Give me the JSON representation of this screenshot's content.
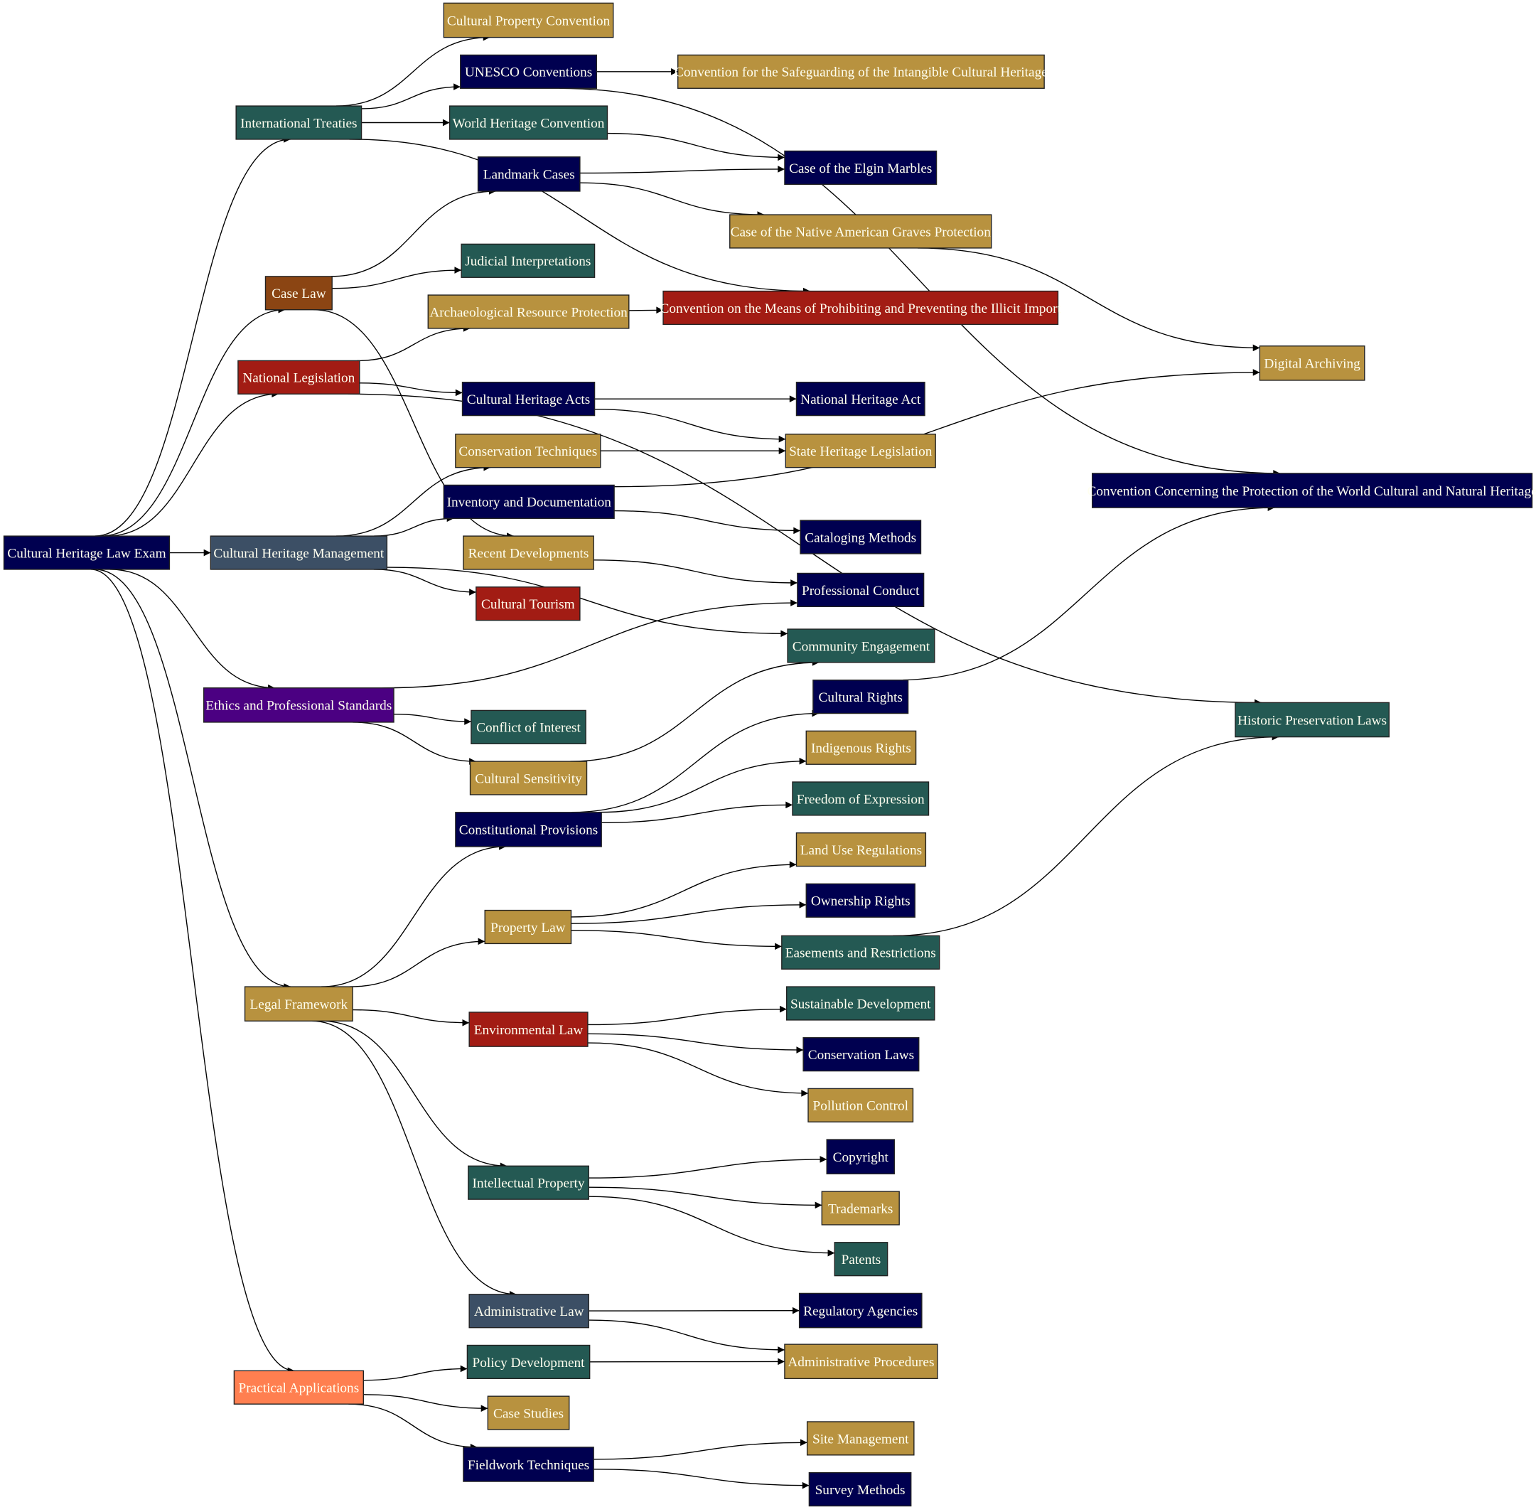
{
  "colors": {
    "navy": "#000050",
    "slate": "#3c4f65",
    "teal": "#245953",
    "brown": "#8b4513",
    "red": "#a21c14",
    "purple": "#4b0082",
    "gold": "#b8923f",
    "coral": "#ff7f50"
  },
  "nodes": {
    "exam": {
      "label": "Cultural Heritage Law Exam",
      "color": "navy"
    },
    "mgmt": {
      "label": "Cultural Heritage Management",
      "color": "slate"
    },
    "intl": {
      "label": "International Treaties",
      "color": "teal"
    },
    "caselaw": {
      "label": "Case Law",
      "color": "brown"
    },
    "natleg": {
      "label": "National Legislation",
      "color": "red"
    },
    "ethics": {
      "label": "Ethics and Professional Standards",
      "color": "purple"
    },
    "legal": {
      "label": "Legal Framework",
      "color": "gold"
    },
    "practical": {
      "label": "Practical Applications",
      "color": "coral"
    },
    "cpc": {
      "label": "Cultural Property Convention",
      "color": "gold"
    },
    "unesco": {
      "label": "UNESCO Conventions",
      "color": "navy"
    },
    "whc": {
      "label": "World Heritage Convention",
      "color": "teal"
    },
    "landmark": {
      "label": "Landmark Cases",
      "color": "navy"
    },
    "judicial": {
      "label": "Judicial Interpretations",
      "color": "teal"
    },
    "arch": {
      "label": "Archaeological Resource Protection",
      "color": "gold"
    },
    "cha": {
      "label": "Cultural Heritage Acts",
      "color": "navy"
    },
    "constech": {
      "label": "Conservation Techniques",
      "color": "gold"
    },
    "inventory": {
      "label": "Inventory and Documentation",
      "color": "navy"
    },
    "recent": {
      "label": "Recent Developments",
      "color": "gold"
    },
    "tourism": {
      "label": "Cultural Tourism",
      "color": "red"
    },
    "conflict": {
      "label": "Conflict of Interest",
      "color": "teal"
    },
    "sensitivity": {
      "label": "Cultural Sensitivity",
      "color": "gold"
    },
    "constprov": {
      "label": "Constitutional Provisions",
      "color": "navy"
    },
    "property": {
      "label": "Property Law",
      "color": "gold"
    },
    "envlaw": {
      "label": "Environmental Law",
      "color": "red"
    },
    "ip": {
      "label": "Intellectual Property",
      "color": "teal"
    },
    "admin": {
      "label": "Administrative Law",
      "color": "slate"
    },
    "policy": {
      "label": "Policy Development",
      "color": "teal"
    },
    "casestudies": {
      "label": "Case Studies",
      "color": "gold"
    },
    "fieldwork": {
      "label": "Fieldwork Techniques",
      "color": "navy"
    },
    "icch": {
      "label": "Convention for the Safeguarding of the Intangible Cultural Heritage",
      "color": "gold"
    },
    "elgin": {
      "label": "Case of the Elgin Marbles",
      "color": "navy"
    },
    "nagpra": {
      "label": "Case of the Native American Graves Protection",
      "color": "gold"
    },
    "illicit": {
      "label": "Convention on the Means of Prohibiting and Preventing the Illicit Import",
      "color": "red"
    },
    "nha": {
      "label": "National Heritage Act",
      "color": "navy"
    },
    "shl": {
      "label": "State Heritage Legislation",
      "color": "gold"
    },
    "catalog": {
      "label": "Cataloging Methods",
      "color": "navy"
    },
    "profcond": {
      "label": "Professional Conduct",
      "color": "navy"
    },
    "community": {
      "label": "Community Engagement",
      "color": "teal"
    },
    "cultrights": {
      "label": "Cultural Rights",
      "color": "navy"
    },
    "indig": {
      "label": "Indigenous Rights",
      "color": "gold"
    },
    "freedom": {
      "label": "Freedom of Expression",
      "color": "teal"
    },
    "landuse": {
      "label": "Land Use Regulations",
      "color": "gold"
    },
    "ownership": {
      "label": "Ownership Rights",
      "color": "navy"
    },
    "easements": {
      "label": "Easements and Restrictions",
      "color": "teal"
    },
    "sustainable": {
      "label": "Sustainable Development",
      "color": "teal"
    },
    "conslaws": {
      "label": "Conservation Laws",
      "color": "navy"
    },
    "pollution": {
      "label": "Pollution Control",
      "color": "gold"
    },
    "copyright": {
      "label": "Copyright",
      "color": "navy"
    },
    "trademarks": {
      "label": "Trademarks",
      "color": "gold"
    },
    "patents": {
      "label": "Patents",
      "color": "teal"
    },
    "regulatory": {
      "label": "Regulatory Agencies",
      "color": "navy"
    },
    "adminproc": {
      "label": "Administrative Procedures",
      "color": "gold"
    },
    "sitemgmt": {
      "label": "Site Management",
      "color": "gold"
    },
    "survey": {
      "label": "Survey Methods",
      "color": "navy"
    },
    "digital": {
      "label": "Digital Archiving",
      "color": "gold"
    },
    "cccwh": {
      "label": "Convention Concerning the Protection of the World Cultural and Natural Heritage",
      "color": "navy"
    },
    "hpl": {
      "label": "Historic Preservation Laws",
      "color": "teal"
    }
  },
  "edges": [
    [
      "exam",
      "intl"
    ],
    [
      "exam",
      "caselaw"
    ],
    [
      "exam",
      "natleg"
    ],
    [
      "exam",
      "mgmt"
    ],
    [
      "exam",
      "ethics"
    ],
    [
      "exam",
      "legal"
    ],
    [
      "exam",
      "practical"
    ],
    [
      "intl",
      "cpc"
    ],
    [
      "intl",
      "unesco"
    ],
    [
      "intl",
      "whc"
    ],
    [
      "intl",
      "illicit"
    ],
    [
      "unesco",
      "icch"
    ],
    [
      "unesco",
      "cccwh"
    ],
    [
      "whc",
      "elgin"
    ],
    [
      "landmark",
      "elgin"
    ],
    [
      "landmark",
      "nagpra"
    ],
    [
      "nagpra",
      "digital"
    ],
    [
      "caselaw",
      "landmark"
    ],
    [
      "caselaw",
      "judicial"
    ],
    [
      "caselaw",
      "recent"
    ],
    [
      "arch",
      "illicit"
    ],
    [
      "natleg",
      "arch"
    ],
    [
      "natleg",
      "cha"
    ],
    [
      "natleg",
      "hpl"
    ],
    [
      "cha",
      "nha"
    ],
    [
      "cha",
      "shl"
    ],
    [
      "constech",
      "shl"
    ],
    [
      "mgmt",
      "constech"
    ],
    [
      "mgmt",
      "inventory"
    ],
    [
      "mgmt",
      "tourism"
    ],
    [
      "mgmt",
      "community"
    ],
    [
      "inventory",
      "catalog"
    ],
    [
      "inventory",
      "digital"
    ],
    [
      "recent",
      "profcond"
    ],
    [
      "ethics",
      "profcond"
    ],
    [
      "ethics",
      "conflict"
    ],
    [
      "ethics",
      "sensitivity"
    ],
    [
      "sensitivity",
      "community"
    ],
    [
      "constprov",
      "cultrights"
    ],
    [
      "constprov",
      "indig"
    ],
    [
      "constprov",
      "freedom"
    ],
    [
      "cultrights",
      "cccwh"
    ],
    [
      "legal",
      "constprov"
    ],
    [
      "legal",
      "property"
    ],
    [
      "legal",
      "envlaw"
    ],
    [
      "legal",
      "ip"
    ],
    [
      "legal",
      "admin"
    ],
    [
      "property",
      "landuse"
    ],
    [
      "property",
      "ownership"
    ],
    [
      "property",
      "easements"
    ],
    [
      "easements",
      "hpl"
    ],
    [
      "envlaw",
      "sustainable"
    ],
    [
      "envlaw",
      "conslaws"
    ],
    [
      "envlaw",
      "pollution"
    ],
    [
      "ip",
      "copyright"
    ],
    [
      "ip",
      "trademarks"
    ],
    [
      "ip",
      "patents"
    ],
    [
      "admin",
      "regulatory"
    ],
    [
      "admin",
      "adminproc"
    ],
    [
      "policy",
      "adminproc"
    ],
    [
      "practical",
      "policy"
    ],
    [
      "practical",
      "casestudies"
    ],
    [
      "practical",
      "fieldwork"
    ],
    [
      "fieldwork",
      "sitemgmt"
    ],
    [
      "fieldwork",
      "survey"
    ]
  ]
}
